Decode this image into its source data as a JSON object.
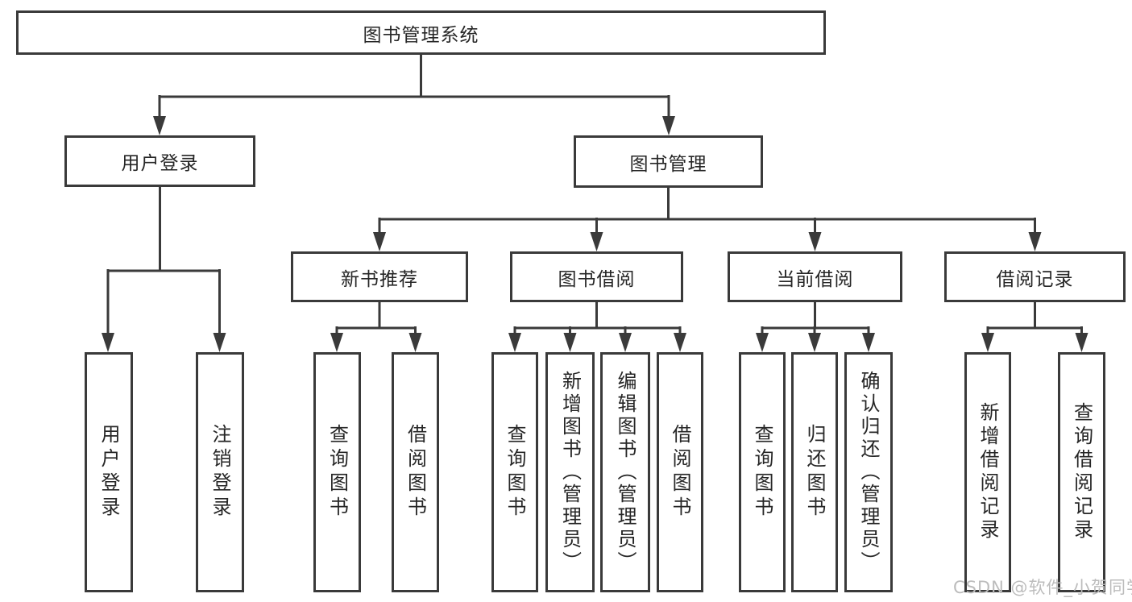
{
  "diagram_title": "图书管理系统",
  "watermark": "CSDN @软件_小贺同学",
  "colors": {
    "line": "#3a3a3a",
    "node_border": "#3a3a3a",
    "text": "#262626",
    "watermark_text": "#bcbcbc",
    "background": "#ffffff"
  },
  "nodes": {
    "root": {
      "label": "图书管理系统"
    },
    "user_login": {
      "label": "用户登录"
    },
    "book_mgmt": {
      "label": "图书管理"
    },
    "new_book_rec": {
      "label": "新书推荐"
    },
    "book_borrow": {
      "label": "图书借阅"
    },
    "current_borrow": {
      "label": "当前借阅"
    },
    "borrow_record": {
      "label": "借阅记录"
    },
    "leaf_user_login": {
      "label": "用户登录"
    },
    "leaf_logout": {
      "label": "注销登录"
    },
    "leaf_nb_query": {
      "label": "查询图书"
    },
    "leaf_nb_borrow": {
      "label": "借阅图书"
    },
    "leaf_bb_query": {
      "label": "查询图书"
    },
    "leaf_bb_add": {
      "label": "新增图书（管理员）"
    },
    "leaf_bb_edit": {
      "label": "编辑图书（管理员）"
    },
    "leaf_bb_borrow": {
      "label": "借阅图书"
    },
    "leaf_cb_query": {
      "label": "查询图书"
    },
    "leaf_cb_return": {
      "label": "归还图书"
    },
    "leaf_cb_confirm": {
      "label": "确认归还（管理员）"
    },
    "leaf_br_add": {
      "label": "新增借阅记录"
    },
    "leaf_br_query": {
      "label": "查询借阅记录"
    }
  },
  "hierarchy": {
    "图书管理系统": {
      "用户登录": [
        "用户登录",
        "注销登录"
      ],
      "图书管理": {
        "新书推荐": [
          "查询图书",
          "借阅图书"
        ],
        "图书借阅": [
          "查询图书",
          "新增图书（管理员）",
          "编辑图书（管理员）",
          "借阅图书"
        ],
        "当前借阅": [
          "查询图书",
          "归还图书",
          "确认归还（管理员）"
        ],
        "借阅记录": [
          "新增借阅记录",
          "查询借阅记录"
        ]
      }
    }
  }
}
